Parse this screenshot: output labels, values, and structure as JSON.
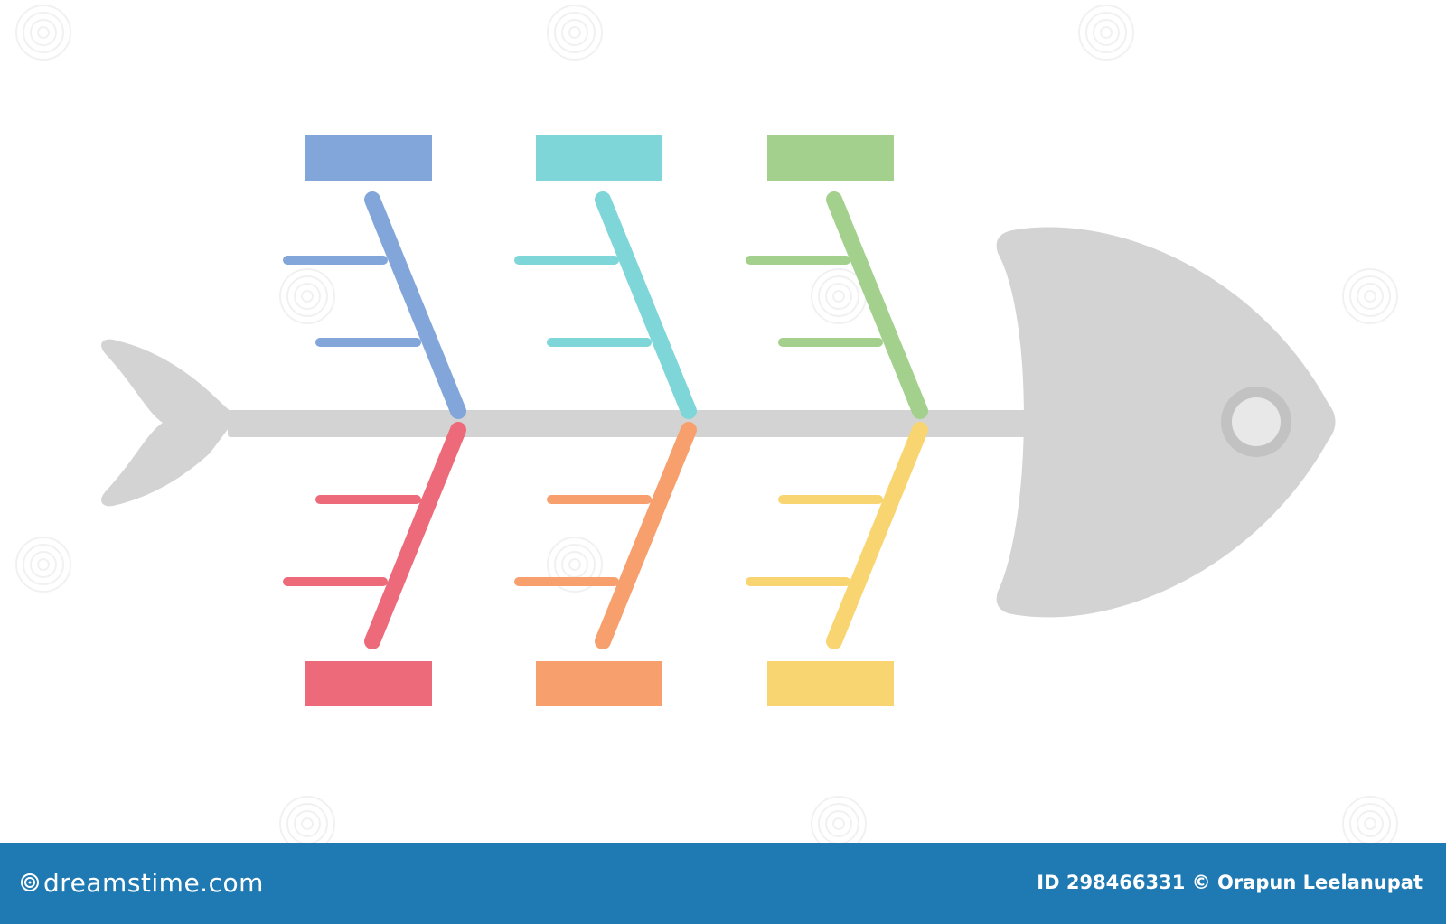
{
  "colors": {
    "skeleton": "#d3d3d3",
    "eye_ring": "#c2c2c2",
    "eye_fill": "#e8e8e8",
    "blue": "#83a6da",
    "cyan": "#7fd6d8",
    "green": "#a3d08d",
    "red": "#ec6a79",
    "orange": "#f7a06e",
    "yellow": "#f9d572",
    "footer_bg": "#1f7ab3",
    "footer_text": "#ffffff"
  },
  "icons": {
    "watermark": "spiral-icon",
    "brand": "spiral-icon"
  },
  "footer": {
    "brand_text": "dreamstime.com",
    "id_label": "ID",
    "id_number": "298466331",
    "copyright_symbol": "©",
    "author": "Orapun Leelanupat"
  }
}
